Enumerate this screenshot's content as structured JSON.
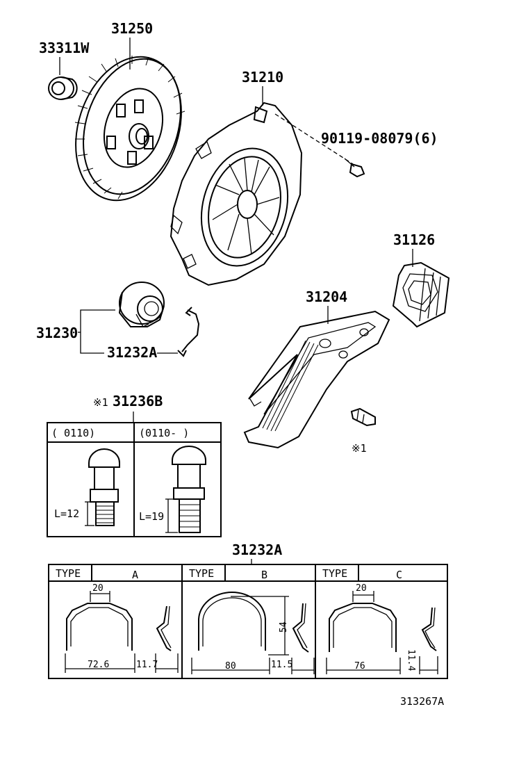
{
  "parts": {
    "p33311w": "33311W",
    "p31250": "31250",
    "p31210": "31210",
    "p90119": "90119-08079(6)",
    "p31126": "31126",
    "p31204": "31204",
    "p31230": "31230",
    "p31232a": "31232A",
    "p31236b": "31236B",
    "mark_x1": "※1"
  },
  "bolt_table": {
    "col1_header": "(      0110)",
    "col2_header": "(0110-      )",
    "col1_length": "L=12",
    "col2_length": "L=19"
  },
  "clip_table": {
    "title": "31232A",
    "type_label": "TYPE",
    "types": [
      {
        "name": "A",
        "top_dim": "20",
        "width_dim": "72.6",
        "depth_dim": "11.7"
      },
      {
        "name": "B",
        "height_dim": "54",
        "width_dim": "80",
        "depth_dim": "11.5"
      },
      {
        "name": "C",
        "top_dim": "20",
        "width_dim": "76",
        "depth_dim": "11.4"
      }
    ]
  },
  "figure_number": "313267A"
}
